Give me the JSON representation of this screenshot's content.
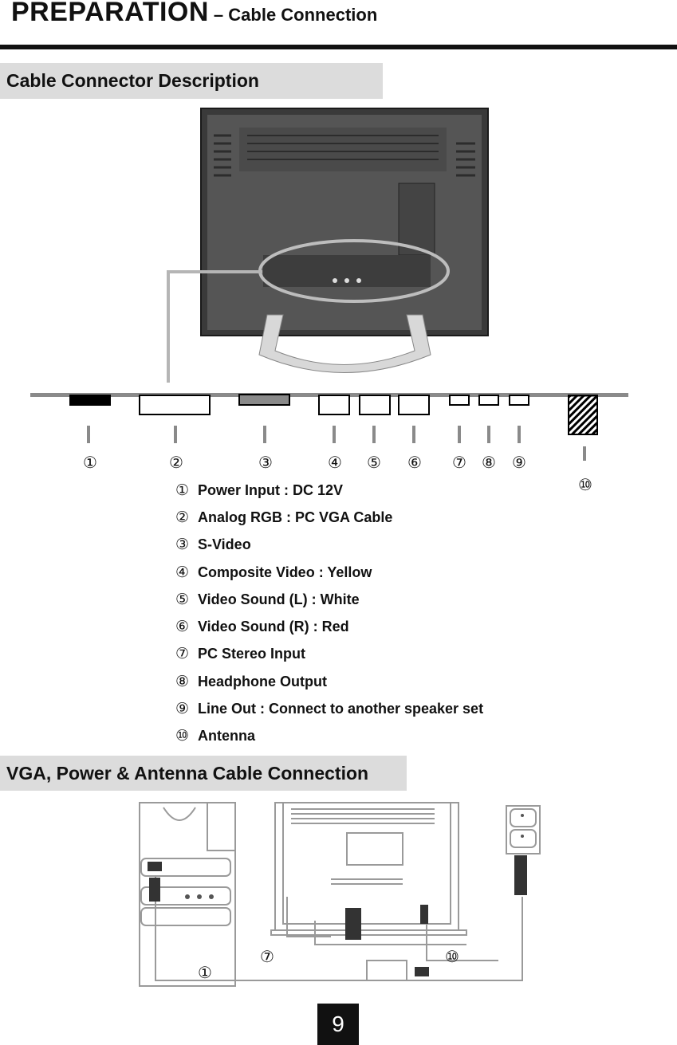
{
  "header": {
    "title": "PREPARATION",
    "subtitle": "– Cable Connection"
  },
  "sections": {
    "connector_description": "Cable Connector Description",
    "cable_connection": "VGA, Power & Antenna Cable Connection"
  },
  "connector_numbers": [
    "①",
    "②",
    "③",
    "④",
    "⑤",
    "⑥",
    "⑦",
    "⑧",
    "⑨",
    "⑩"
  ],
  "connectors": [
    {
      "num": "①",
      "label": "Power Input : DC 12V"
    },
    {
      "num": "②",
      "label": "Analog RGB : PC VGA Cable"
    },
    {
      "num": "③",
      "label": "S-Video"
    },
    {
      "num": "④",
      "label": "Composite Video : Yellow"
    },
    {
      "num": "⑤",
      "label": "Video Sound (L)  : White"
    },
    {
      "num": "⑥",
      "label": "Video Sound (R)  : Red"
    },
    {
      "num": "⑦",
      "label": "PC Stereo Input"
    },
    {
      "num": "⑧",
      "label": "Headphone Output"
    },
    {
      "num": "⑨",
      "label": "Line Out : Connect to another speaker set"
    },
    {
      "num": "⑩",
      "label": "Antenna"
    }
  ],
  "diagram_callouts": [
    "①",
    "⑦",
    "⑩"
  ],
  "page_number": "9"
}
